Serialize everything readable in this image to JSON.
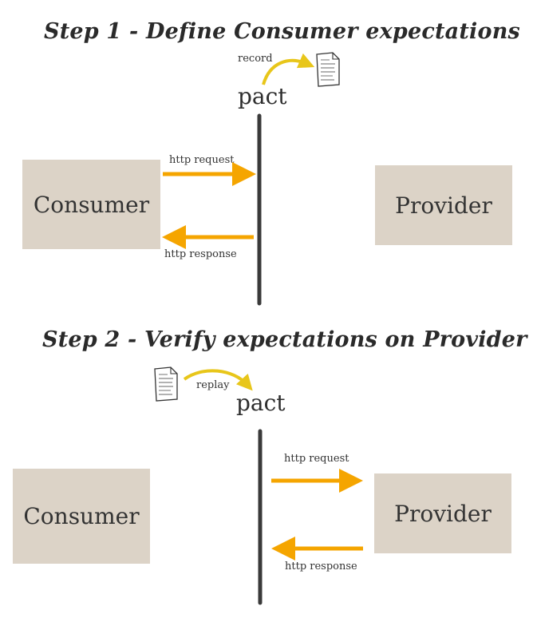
{
  "step1": {
    "title": "Step 1 - Define Consumer expectations",
    "pact_label": "pact",
    "record_label": "record",
    "request_label": "http request",
    "response_label": "http response",
    "consumer_label": "Consumer",
    "provider_label": "Provider"
  },
  "step2": {
    "title": "Step 2 - Verify expectations on Provider",
    "pact_label": "pact",
    "replay_label": "replay",
    "request_label": "http request",
    "response_label": "http response",
    "consumer_label": "Consumer",
    "provider_label": "Provider"
  },
  "colors": {
    "box_fill": "#dcd3c7",
    "arrow_orange": "#f5a500",
    "arrow_yellow": "#e8c61a",
    "divider": "#3a3a3a"
  },
  "icons": [
    "document-icon",
    "curved-arrow-icon"
  ]
}
